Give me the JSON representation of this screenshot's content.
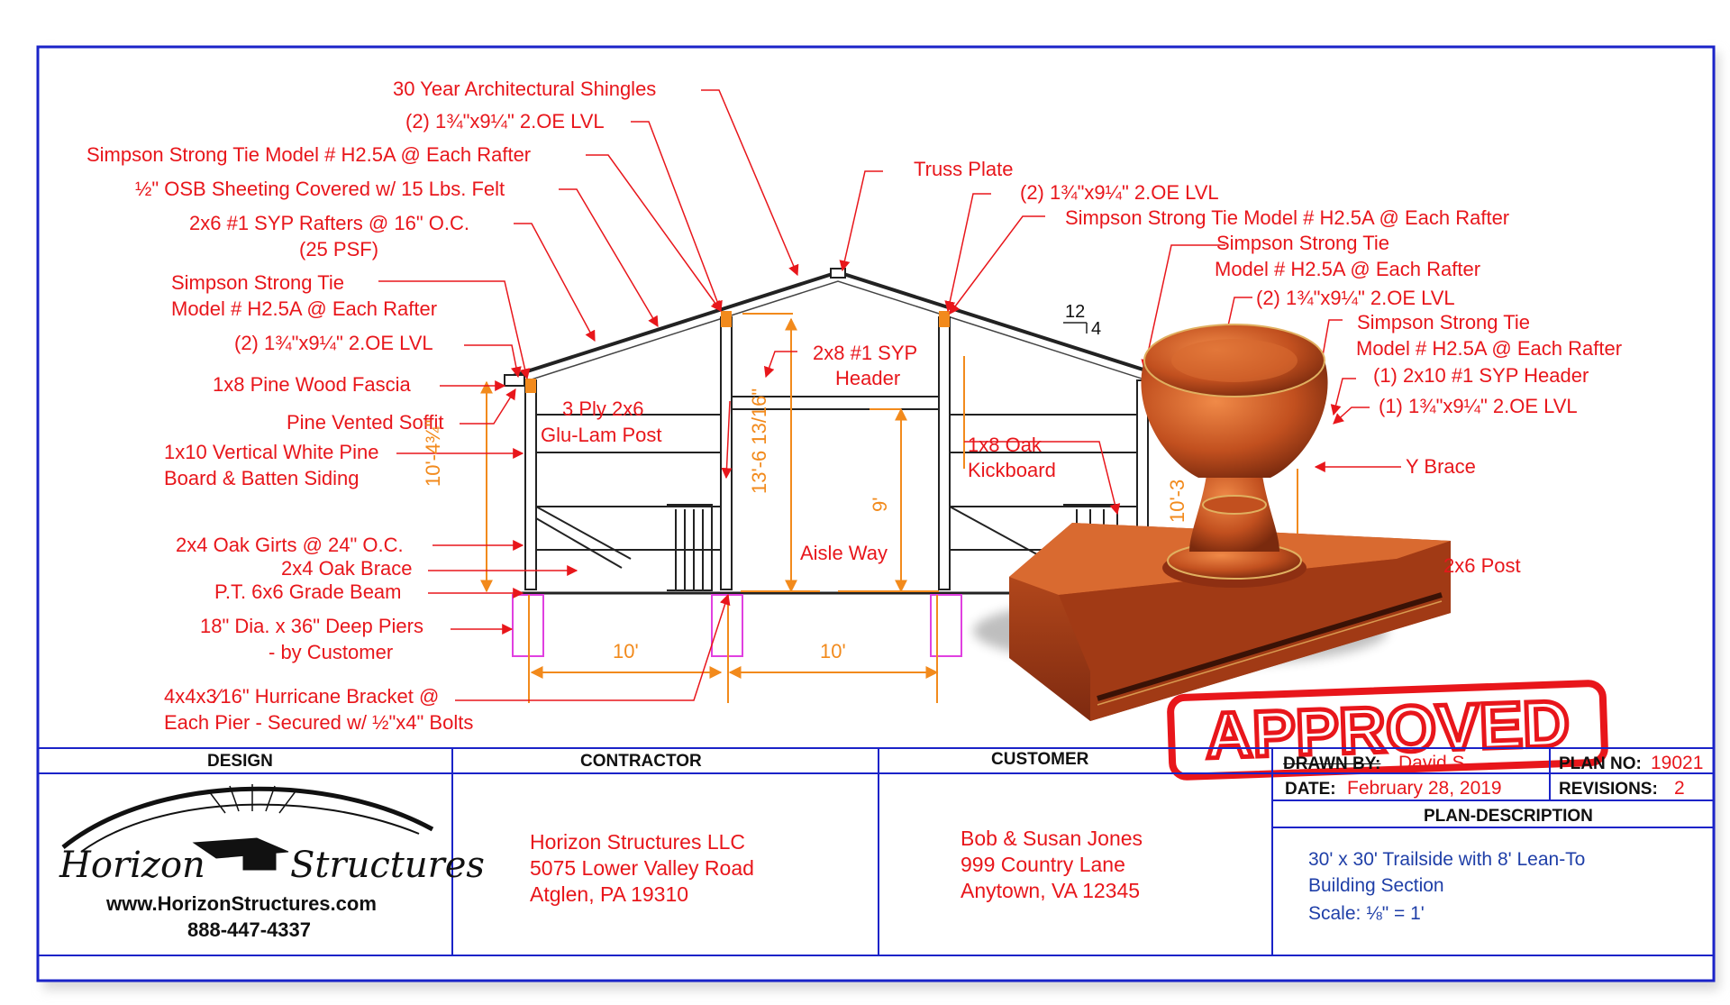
{
  "callouts_left": [
    "30 Year Architectural Shingles",
    "(2) 1¾\"x9¼\" 2.OE LVL",
    "Simpson Strong Tie Model # H2.5A @ Each Rafter",
    "½\" OSB Sheeting Covered w/ 15 Lbs. Felt",
    "2x6 #1 SYP Rafters @ 16\" O.C.",
    "(25 PSF)",
    "Simpson Strong Tie",
    "Model # H2.5A @ Each Rafter",
    "(2) 1¾\"x9¼\" 2.OE LVL",
    "1x8 Pine Wood Fascia",
    "Pine Vented Soffit",
    "1x10 Vertical White Pine",
    "Board & Batten Siding",
    "2x4 Oak Girts @ 24\" O.C.",
    "2x4 Oak Brace",
    "P.T. 6x6 Grade Beam",
    "18\" Dia. x 36\" Deep Piers",
    "- by Customer",
    "4x4x3⁄16\" Hurricane Bracket @",
    "Each Pier - Secured w/ ½\"x4\" Bolts"
  ],
  "callouts_center": [
    "Truss Plate",
    "2x8 #1 SYP",
    "Header",
    "3 Ply 2x6",
    "Glu-Lam Post",
    "Aisle Way",
    "1x8 Oak",
    "Kickboard"
  ],
  "callouts_right": [
    "(2) 1¾\"x9¼\" 2.OE LVL",
    "Simpson Strong Tie Model # H2.5A @ Each Rafter",
    "Simpson Strong Tie",
    "Model # H2.5A @ Each Rafter",
    "(2) 1¾\"x9¼\" 2.OE LVL",
    "Simpson Strong Tie",
    "Model # H2.5A @ Each Rafter",
    "(1) 2x10 #1 SYP Header",
    "(1) 1¾\"x9¼\" 2.OE LVL",
    "Y Brace",
    "2x6 Post"
  ],
  "dimensions": {
    "eave_height": "10'-4¾\"",
    "center_height": "13'-6 13/16\"",
    "aisle_height": "9'",
    "right_height": "10'-3",
    "bay_left": "10'",
    "bay_center": "10'",
    "roof_pitch_rise": "12",
    "roof_pitch_run": "4"
  },
  "stamp_text": "APPROVED",
  "title_block": {
    "design_header": "DESIGN",
    "contractor_header": "CONTRACTOR",
    "customer_header": "CUSTOMER",
    "logo_word_1": "Horizon",
    "logo_word_2": "Structures",
    "website": "www.HorizonStructures.com",
    "phone": "888-447-4337",
    "contractor_lines": [
      "Horizon Structures LLC",
      "5075 Lower Valley Road",
      "Atglen, PA 19310"
    ],
    "customer_lines": [
      "Bob & Susan Jones",
      "999 Country Lane",
      "Anytown, VA 12345"
    ],
    "drawn_by_label": "DRAWN BY:",
    "drawn_by_value": "David S.",
    "plan_no_label": "PLAN NO:",
    "plan_no_value": "19021",
    "date_label": "DATE:",
    "date_value": "February 28, 2019",
    "revisions_label": "REVISIONS:",
    "revisions_value": "2",
    "plan_description_header": "PLAN-DESCRIPTION",
    "description_lines": [
      "30' x 30' Trailside with 8' Lean-To",
      "Building Section",
      "Scale: ⅛\" = 1'"
    ]
  },
  "colors": {
    "border": "#1a23c8",
    "annotation": "#e8161b",
    "dimension": "#f28a1c",
    "pier": "#e040e0",
    "blue_text": "#1f3fa8",
    "stamp_wood": "#b5491e"
  }
}
